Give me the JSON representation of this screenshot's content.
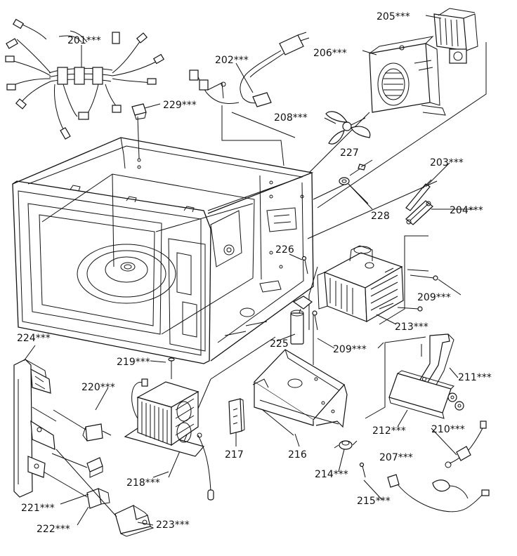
{
  "parts": [
    {
      "id": "201",
      "label": "201***",
      "name": "wire-harness"
    },
    {
      "id": "202",
      "label": "202***",
      "name": "power-cord"
    },
    {
      "id": "203",
      "label": "203***",
      "name": "fuse"
    },
    {
      "id": "204",
      "label": "204***",
      "name": "fuse-holder"
    },
    {
      "id": "205",
      "label": "205***",
      "name": "fan-motor"
    },
    {
      "id": "206",
      "label": "206***",
      "name": "fan-duct"
    },
    {
      "id": "207",
      "label": "207***",
      "name": "lead-wire"
    },
    {
      "id": "208",
      "label": "208***",
      "name": "fan-blade"
    },
    {
      "id": "209a",
      "label": "209***",
      "name": "screw"
    },
    {
      "id": "209b",
      "label": "209***",
      "name": "screw"
    },
    {
      "id": "210",
      "label": "210***",
      "name": "lead-wire"
    },
    {
      "id": "211",
      "label": "211***",
      "name": "capacitor-bracket"
    },
    {
      "id": "212",
      "label": "212***",
      "name": "high-voltage-capacitor"
    },
    {
      "id": "213",
      "label": "213***",
      "name": "magnetron"
    },
    {
      "id": "214",
      "label": "214***",
      "name": "thermal-cutout"
    },
    {
      "id": "215",
      "label": "215***",
      "name": "screw"
    },
    {
      "id": "216",
      "label": "216",
      "name": "base-plate"
    },
    {
      "id": "217",
      "label": "217",
      "name": "foot"
    },
    {
      "id": "218",
      "label": "218***",
      "name": "high-voltage-transformer"
    },
    {
      "id": "219",
      "label": "219***",
      "name": "screw"
    },
    {
      "id": "220",
      "label": "220***",
      "name": "switch-lever"
    },
    {
      "id": "221",
      "label": "221***",
      "name": "interlock-switch"
    },
    {
      "id": "222",
      "label": "222***",
      "name": "interlock-switch"
    },
    {
      "id": "223",
      "label": "223***",
      "name": "latch-lever"
    },
    {
      "id": "224",
      "label": "224***",
      "name": "latch-board"
    },
    {
      "id": "225",
      "label": "225",
      "name": "turntable-motor"
    },
    {
      "id": "226",
      "label": "226",
      "name": "screw"
    },
    {
      "id": "227",
      "label": "227",
      "name": "screw"
    },
    {
      "id": "228",
      "label": "228",
      "name": "washer"
    },
    {
      "id": "229",
      "label": "229***",
      "name": "bushing"
    }
  ]
}
